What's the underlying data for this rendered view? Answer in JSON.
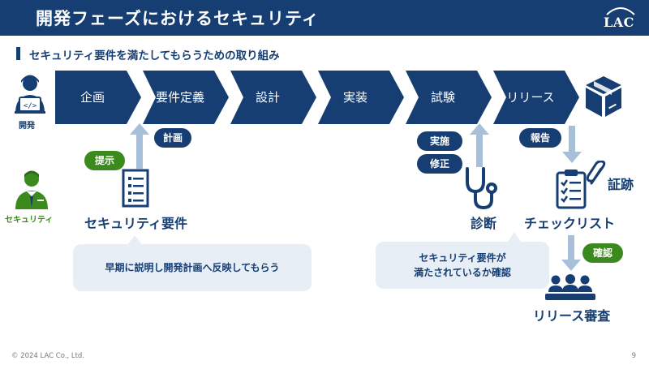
{
  "header": {
    "title": "開発フェーズにおけるセキュリティ",
    "logo": "LAC"
  },
  "subtitle": "セキュリティ要件を満たしてもらうための取り組み",
  "roles": {
    "dev": "開発",
    "security": "セキュリティ"
  },
  "phases": [
    "企画",
    "要件定義",
    "設計",
    "実装",
    "試験",
    "リリース"
  ],
  "pills": {
    "plan": "計画",
    "present": "提示",
    "implement": "実施",
    "fix": "修正",
    "report": "報告",
    "confirm": "確認"
  },
  "labels": {
    "security_requirements": "セキュリティ要件",
    "diagnosis": "診断",
    "checklist": "チェックリスト",
    "evidence": "証跡",
    "release_review": "リリース審査"
  },
  "callouts": {
    "left": "早期に説明し開発計画へ反映してもらう",
    "right_line1": "セキュリティ要件が",
    "right_line2": "満たされているか確認"
  },
  "colors": {
    "navy": "#163e73",
    "green": "#3a8a1e",
    "arrow": "#a8bfd9",
    "callout_bg": "#e7eef6"
  },
  "icons": [
    "developer-laptop-icon",
    "security-officer-icon",
    "product-box-icon",
    "document-list-icon",
    "stethoscope-icon",
    "checklist-clipboard-icon",
    "paperclip-icon",
    "audience-group-icon"
  ],
  "footer": {
    "copyright": "© 2024 LAC Co., Ltd.",
    "page": "9"
  }
}
